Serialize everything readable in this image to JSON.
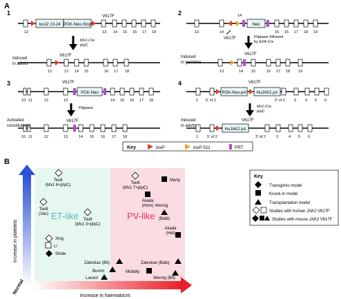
{
  "panelA": {
    "label": "A",
    "constructs": [
      {
        "id": "1",
        "cassette": "loxJ2 13-24",
        "cassette2": "PGK-Neo-Stop",
        "mutation": "V617F",
        "exons_top": [
          "12",
          "13",
          "14",
          "15",
          "16",
          "17",
          "18"
        ],
        "arrow_label": "Mx1-Cre\npIpC",
        "mutation_bottom": "V617F",
        "exons_bottom": [
          "12",
          "13",
          "14",
          "15",
          "16",
          "17",
          "18"
        ],
        "outcome": "Induced\nin adults"
      },
      {
        "id": "2",
        "cassette": "Neo",
        "exon_label_top": "14",
        "mutation": "V617F",
        "exons_top": [
          "13",
          "14",
          "15",
          "16",
          "17",
          "18",
          "19"
        ],
        "arrow_label": "Flippase followed\nby E2A-Cre",
        "mutation_bottom": "V617F",
        "exons_bottom": [
          "13",
          "14",
          "15",
          "16",
          "17",
          "18",
          "19"
        ],
        "outcome": "Induced\nin germline"
      },
      {
        "id": "3",
        "cassette": "PGK-Neo",
        "mutation": "V617F",
        "exons_top": [
          "10",
          "11",
          "12",
          "13",
          "14",
          "15",
          "16",
          "17",
          "18"
        ],
        "arrow_label": "Flippase",
        "mutation_bottom": "V617F",
        "exons_bottom": [
          "10",
          "11",
          "12",
          "13",
          "14",
          "15",
          "16",
          "17",
          "18"
        ],
        "outcome": "Activated\nconstitutively"
      },
      {
        "id": "4",
        "cassette": "PGK-Neo-pA",
        "cassette2": "HuJAK2 pA",
        "mutation": "V617F",
        "exons_top": [
          "1",
          "5' of 2",
          "3' of 2",
          "3",
          "4",
          "5",
          "6"
        ],
        "arrow_label": "Mx1-Cre\npIpC",
        "mutation_bottom": "V617F",
        "cassette_bottom": "HuJAK2 pA",
        "exons_bottom": [
          "1",
          "5' of 2",
          "3' of 2",
          "3",
          "4",
          "5",
          "6"
        ],
        "outcome": "Induced\nin adults"
      }
    ],
    "key": {
      "title": "Key",
      "items": [
        "loxP",
        "loxP 511",
        "FRT"
      ],
      "colors": [
        "#e8392b",
        "#f0a020",
        "#b050c0"
      ]
    }
  },
  "panelB": {
    "label": "B",
    "y_axis": "Increase in platelets",
    "x_axis": "Increase in haematocrit",
    "origin": "Normal",
    "region_et": "ET-like",
    "region_pv": "PV-like",
    "models": [
      {
        "label": "Tiedt\n(Mx1 6×pIpC)",
        "type": "hollow-diamond"
      },
      {
        "label": "Tiedt\n(Vav)",
        "type": "hollow-diamond"
      },
      {
        "label": "Tiedt\n(Mx1 3×pIpC)",
        "type": "hollow-diamond"
      },
      {
        "label": "Xing",
        "type": "hollow-diamond"
      },
      {
        "label": "Li",
        "type": "hollow-square"
      },
      {
        "label": "Shide",
        "type": "diamond"
      },
      {
        "label": "Tiedt\n(Mx1 7×pIpC)",
        "type": "hollow-diamond"
      },
      {
        "label": "Marty",
        "type": "square"
      },
      {
        "label": "Akada\n(Hom)",
        "type": "square"
      },
      {
        "label": "Wernig\n(Balb)",
        "type": "triangle"
      },
      {
        "label": "Akada\n(Het)",
        "type": "square"
      },
      {
        "label": "Zaleskas (B6)",
        "type": "triangle"
      },
      {
        "label": "Zaleskas (Balb)",
        "type": "triangle"
      },
      {
        "label": "Bumm",
        "type": "triangle"
      },
      {
        "label": "Mullally",
        "type": "square"
      },
      {
        "label": "Lacout",
        "type": "triangle"
      },
      {
        "label": "Wernig (B6)",
        "type": "triangle"
      }
    ],
    "key": {
      "title": "Key",
      "items": [
        "Transgenic model",
        "Knock-in model",
        "Transplantation model",
        "Studies with human JAK2 V617F",
        "Studies with mouse JAK2 V617F"
      ]
    }
  }
}
